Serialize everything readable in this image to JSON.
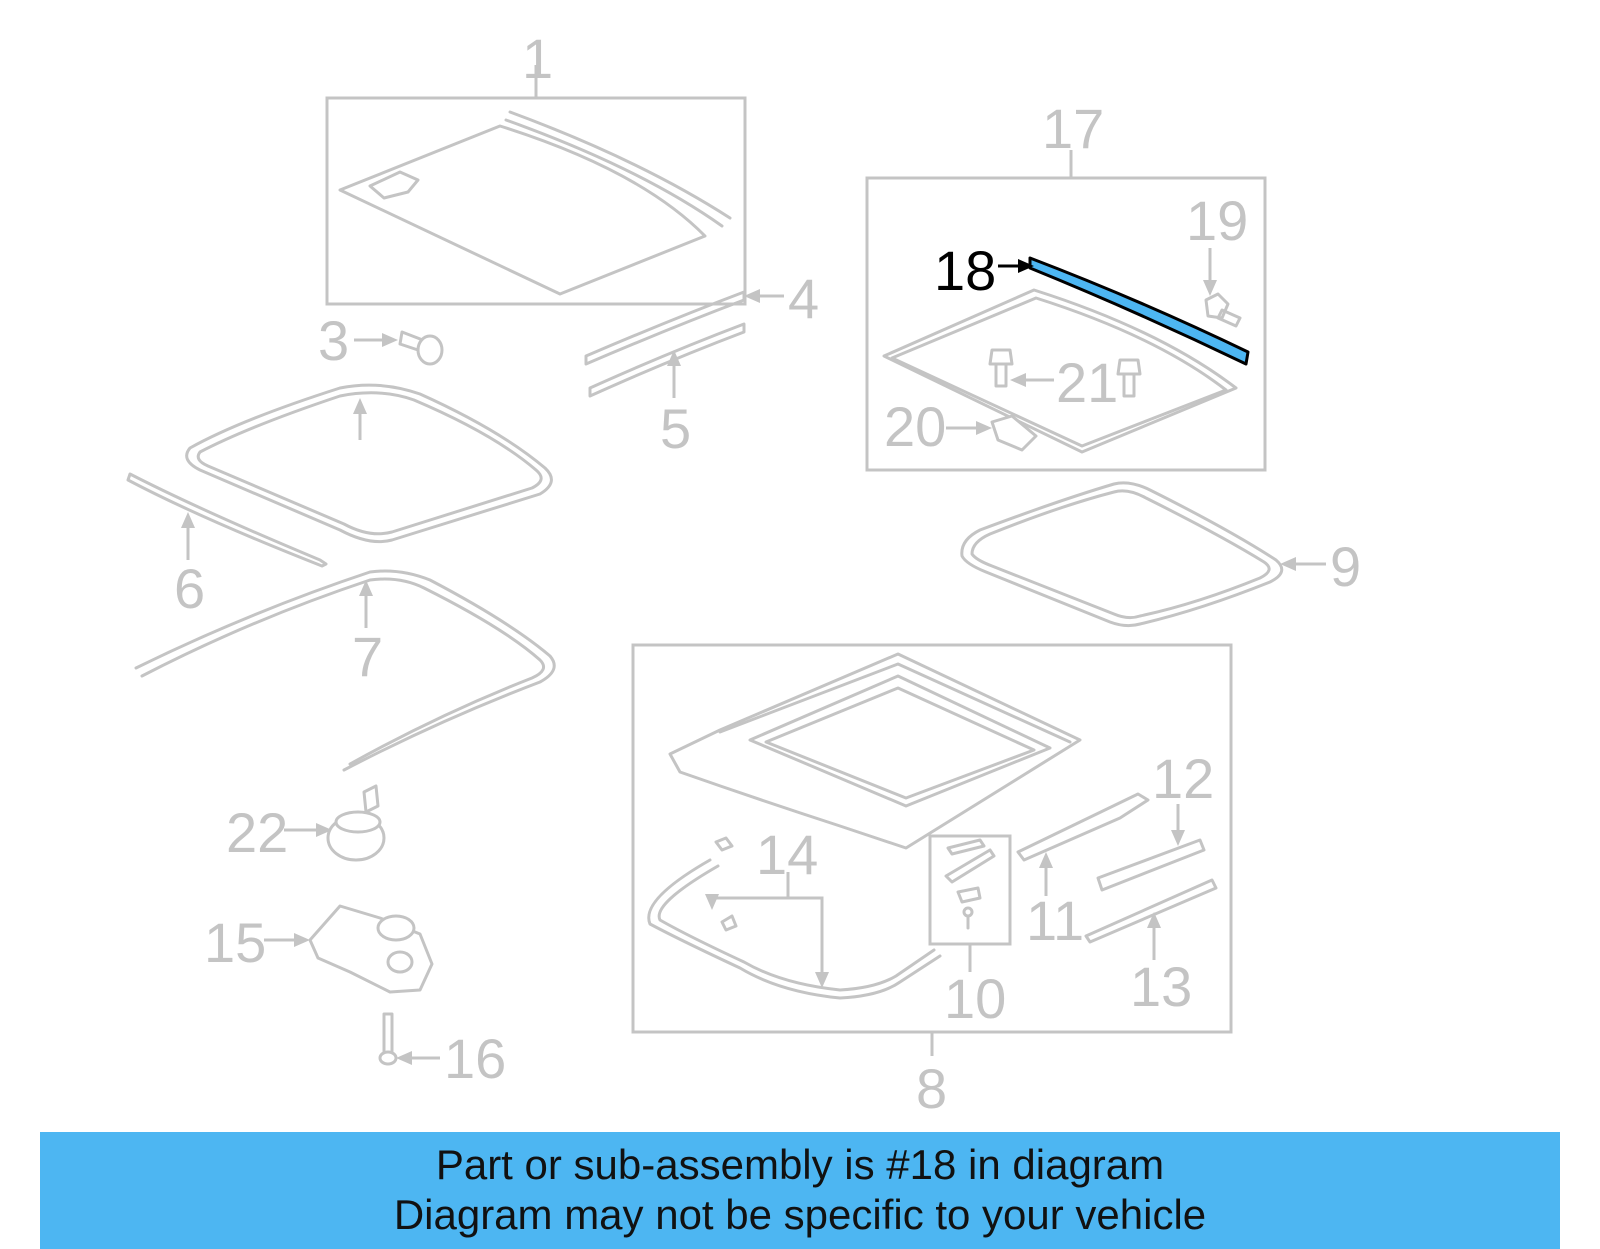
{
  "diagram": {
    "callouts": [
      "1",
      "3",
      "4",
      "5",
      "6",
      "7",
      "8",
      "9",
      "10",
      "11",
      "12",
      "13",
      "14",
      "15",
      "16",
      "17",
      "18",
      "19",
      "20",
      "21",
      "22"
    ],
    "highlighted_part": "18",
    "highlight_color": "#4db6f2",
    "line_color": "#c4c4c4"
  },
  "banner": {
    "line1": "Part or sub-assembly is #18 in diagram",
    "line2": "Diagram may not be specific to your vehicle",
    "background": "#4db6f2"
  }
}
